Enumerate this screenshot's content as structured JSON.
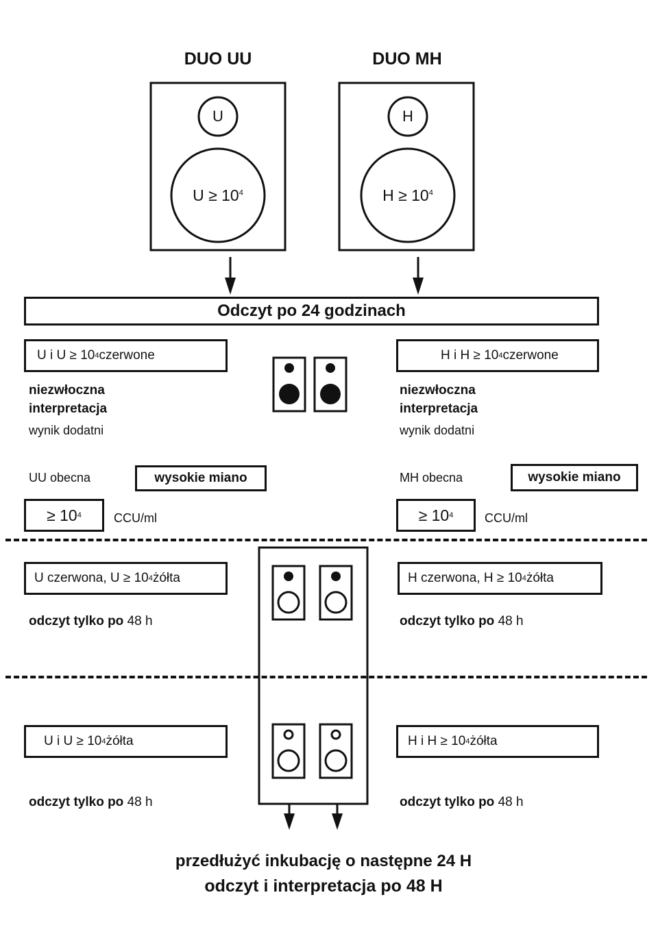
{
  "products": [
    {
      "title": "DUO UU",
      "small_letter": "U",
      "big_label": "U ≥ 10",
      "big_exp": "4"
    },
    {
      "title": "DUO MH",
      "small_letter": "H",
      "big_label": "H ≥ 10",
      "big_exp": "4"
    }
  ],
  "reading_24h": "Odczyt po 24 godzinach",
  "section1": {
    "left": {
      "condition": "U i U ≥ 10",
      "cond_exp": "4",
      "condition_tail": " czerwone",
      "line1": "niezwłoczna",
      "line2": "interpretacja",
      "result": "wynik dodatni",
      "present": "UU obecna",
      "titer": "wysokie miano",
      "threshold": "≥ 10",
      "threshold_exp": "4",
      "unit": "CCU/ml"
    },
    "right": {
      "condition": "H i H ≥ 10",
      "cond_exp": "4",
      "condition_tail": " czerwone",
      "line1": "niezwłoczna",
      "line2": "interpretacja",
      "result": "wynik dodatni",
      "present": "MH obecna",
      "titer": "wysokie miano",
      "threshold": "≥ 10",
      "threshold_exp": "4",
      "unit": "CCU/ml"
    }
  },
  "section2": {
    "left": {
      "condition": "U czerwona, U ≥ 10",
      "cond_exp": "4",
      "condition_tail": " żółta",
      "note_bold": "odczyt tylko po",
      "note_reg": " 48 h"
    },
    "right": {
      "condition": "H czerwona, H ≥ 10",
      "cond_exp": "4",
      "condition_tail": " żółta",
      "note_bold": "odczyt tylko po",
      "note_reg": " 48 h"
    }
  },
  "section3": {
    "left": {
      "condition": "U i U ≥ 10",
      "cond_exp": "4",
      "condition_tail": " żółta",
      "note_bold": "odczyt tylko po",
      "note_reg": " 48 h"
    },
    "right": {
      "condition": "H i H ≥ 10",
      "cond_exp": "4",
      "condition_tail": " żółta",
      "note_bold": "odczyt tylko po",
      "note_reg": " 48 h"
    }
  },
  "footer": {
    "line1": "przedłużyć inkubację o następne 24 H",
    "line2": "odczyt i interpretacja po 48 H"
  }
}
